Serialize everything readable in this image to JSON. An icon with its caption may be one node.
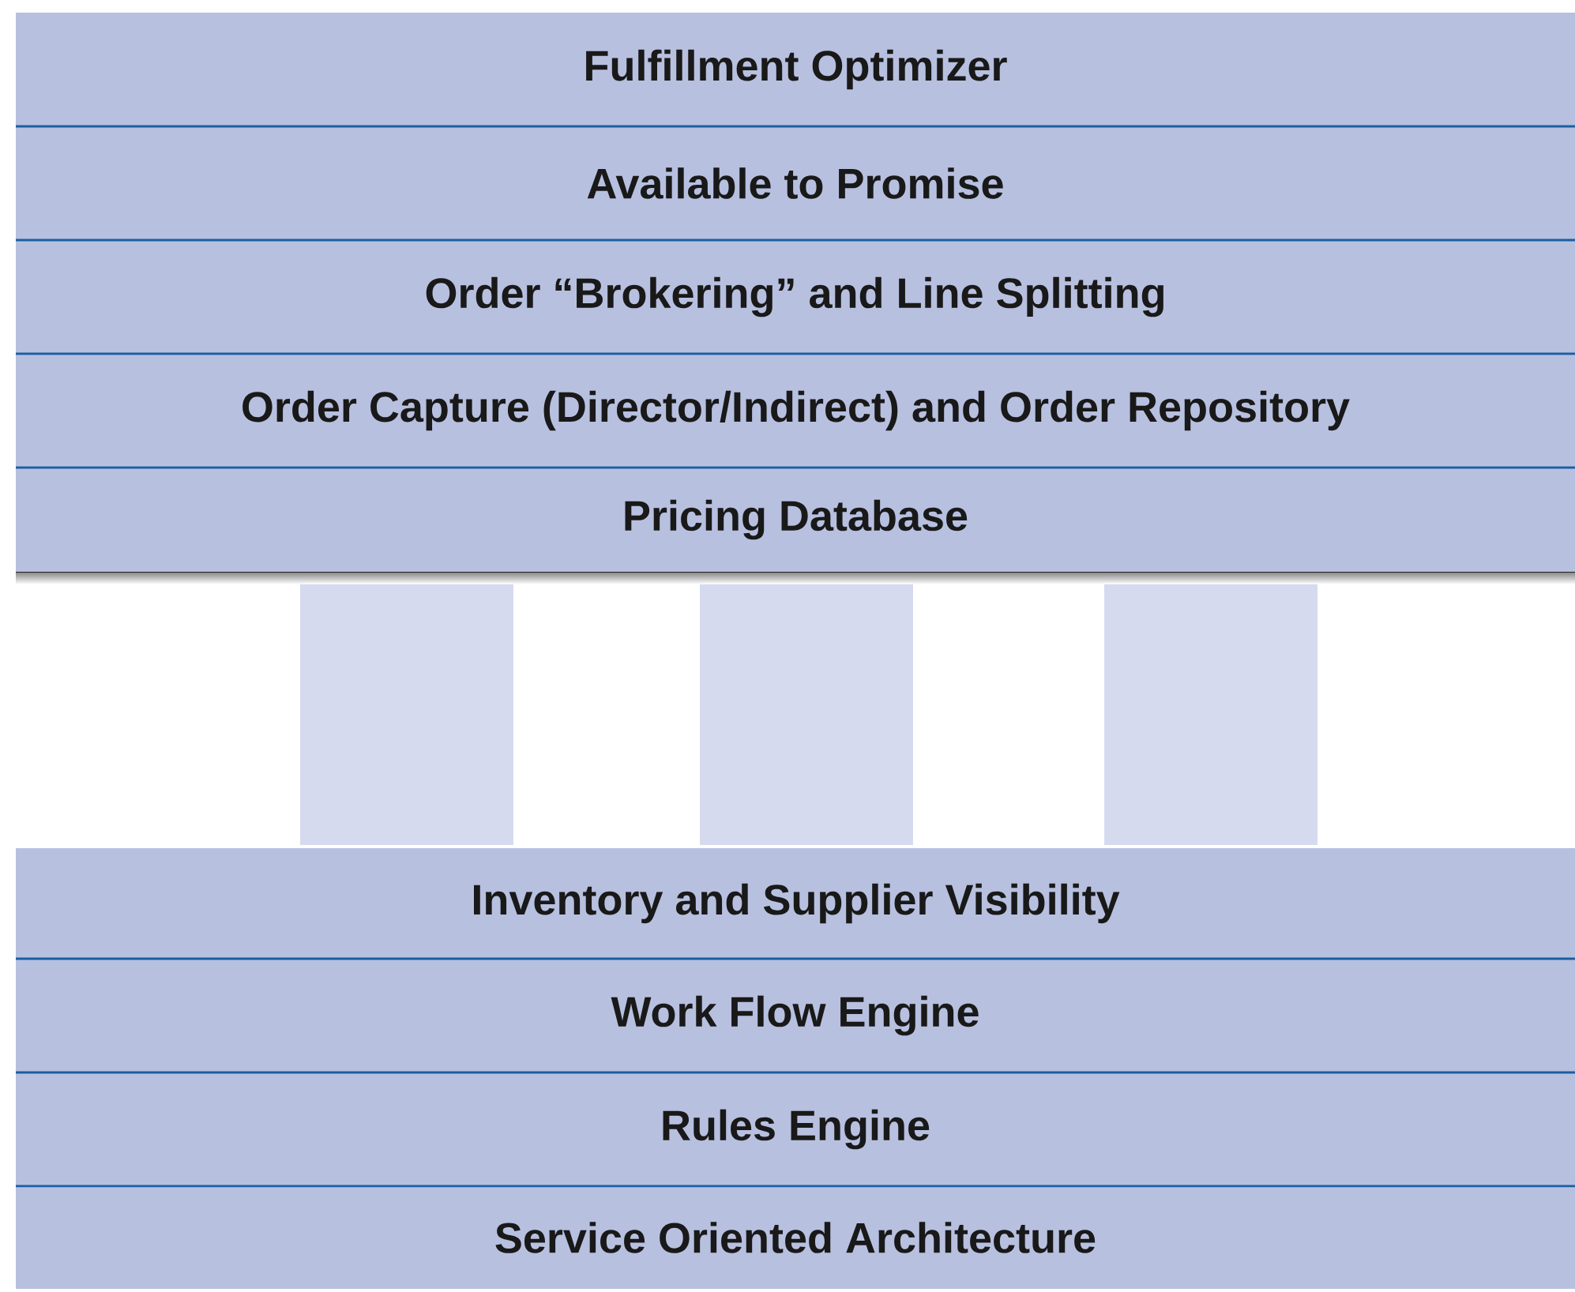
{
  "diagram": {
    "nodes": [
      {
        "text": [
          "Fulfillment Optimizer"
        ]
      },
      {
        "text": [
          "Available to Promise"
        ]
      },
      {
        "text": [
          "Order “Brokering” and Line Splitting"
        ]
      },
      {
        "text": [
          "Order Capture (Director/Indirect) and Order Repository"
        ]
      },
      {
        "text": [
          "Pricing Database"
        ]
      },
      {
        "text": [],
        "shape": "bar"
      },
      {
        "text": [],
        "shape": "bar"
      },
      {
        "text": [],
        "shape": "bar"
      },
      {
        "text": [
          "Inventory and Supplier Visibility"
        ]
      },
      {
        "text": [
          "Work Flow Engine"
        ]
      },
      {
        "text": [
          "Rules Engine"
        ]
      },
      {
        "text": [
          "Service Oriented Architecture"
        ]
      }
    ]
  }
}
